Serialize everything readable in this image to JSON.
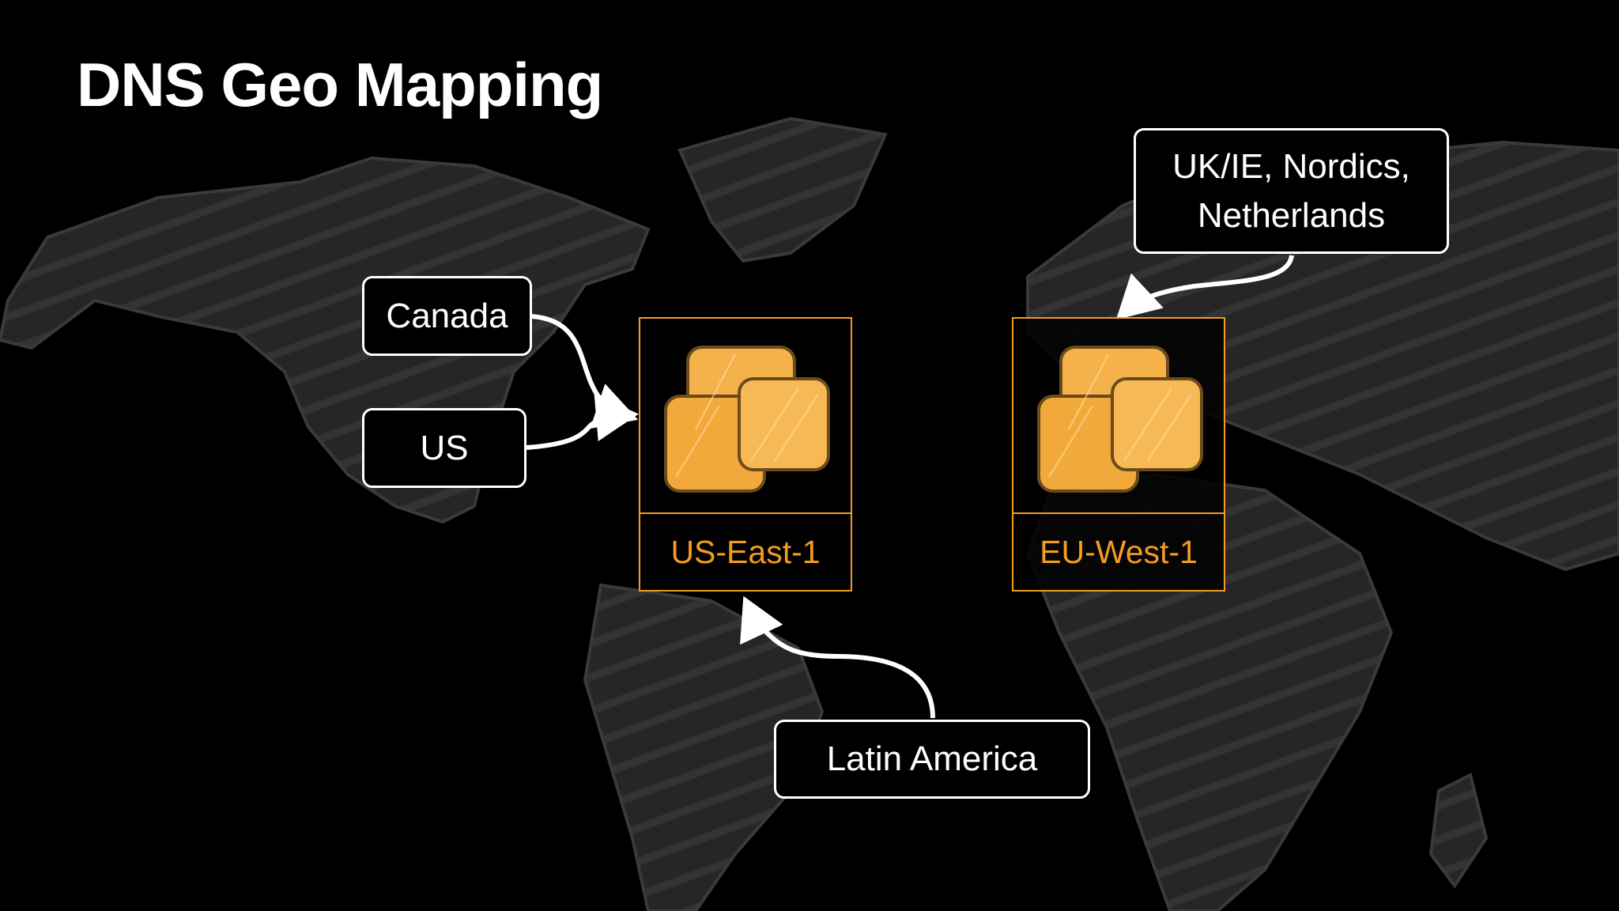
{
  "title": "DNS Geo Mapping",
  "colors": {
    "background": "#000000",
    "accent": "#f39c1f",
    "text": "#ffffff",
    "map": "#2a2a2a"
  },
  "regions": [
    {
      "name": "US-East-1",
      "icon": "server-stack-icon"
    },
    {
      "name": "EU-West-1",
      "icon": "server-stack-icon"
    }
  ],
  "sources": [
    {
      "label": "Canada",
      "target": "US-East-1"
    },
    {
      "label": "US",
      "target": "US-East-1"
    },
    {
      "label": "Latin America",
      "target": "US-East-1"
    },
    {
      "label_line1": "UK/IE, Nordics,",
      "label_line2": "Netherlands",
      "target": "EU-West-1"
    }
  ]
}
